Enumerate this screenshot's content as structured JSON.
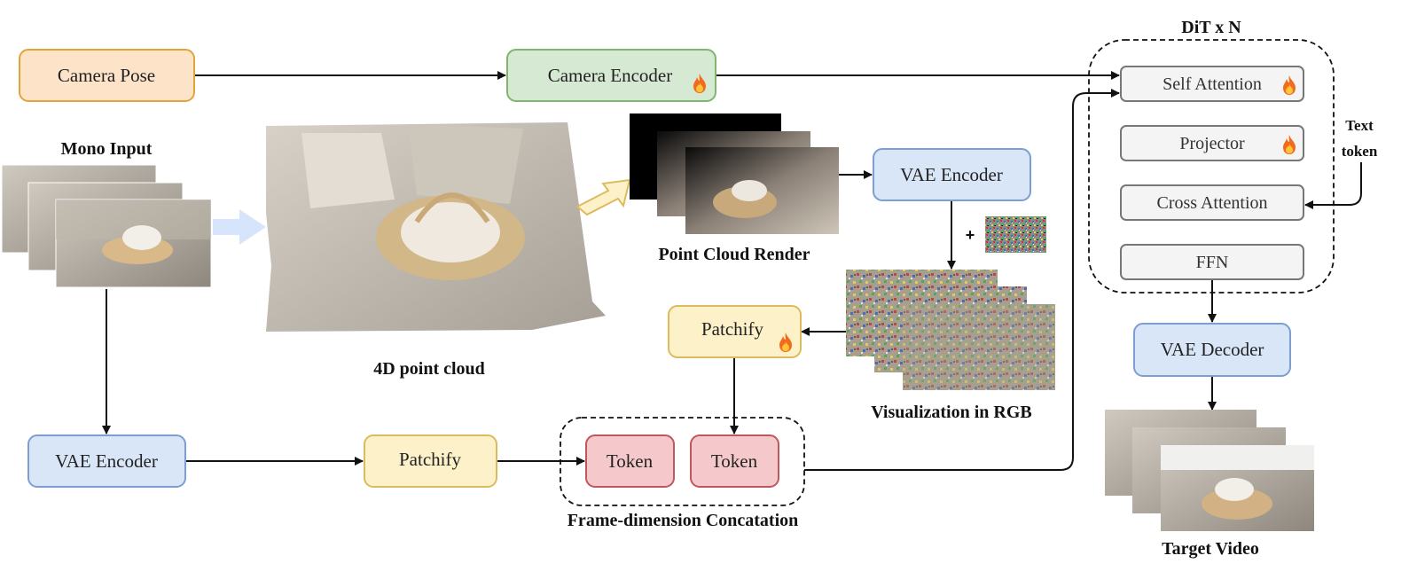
{
  "nodes": {
    "camera_pose": "Camera Pose",
    "camera_encoder": "Camera Encoder",
    "vae_encoder_top": "VAE Encoder",
    "vae_encoder_bottom": "VAE Encoder",
    "patchify_top": "Patchify",
    "patchify_bottom": "Patchify",
    "token_a": "Token",
    "token_b": "Token",
    "vae_decoder": "VAE Decoder"
  },
  "dit": {
    "title": "DiT x N",
    "self_attention": "Self Attention",
    "projector": "Projector",
    "cross_attention": "Cross Attention",
    "ffn": "FFN"
  },
  "labels": {
    "mono_input": "Mono Input",
    "point_cloud_4d": "4D point cloud",
    "point_cloud_render": "Point Cloud Render",
    "visualization_rgb": "Visualization  in RGB",
    "frame_concat": "Frame-dimension Concatation",
    "target_video": "Target Video",
    "text_token_line1": "Text",
    "text_token_line2": "token",
    "plus": "+"
  },
  "colors": {
    "orange_fill": "#fde3c8",
    "orange_stroke": "#e0a53a",
    "green_fill": "#d6e9d2",
    "green_stroke": "#7fb56f",
    "blue_fill": "#d9e6f7",
    "blue_stroke": "#7c9ed0",
    "yellow_fill": "#fdf1c9",
    "yellow_stroke": "#dcbb5c",
    "red_fill": "#f5c9cb",
    "red_stroke": "#c0575c",
    "gray_fill": "#f4f4f4",
    "gray_stroke": "#777777"
  },
  "icons": [
    "fire-icon"
  ]
}
